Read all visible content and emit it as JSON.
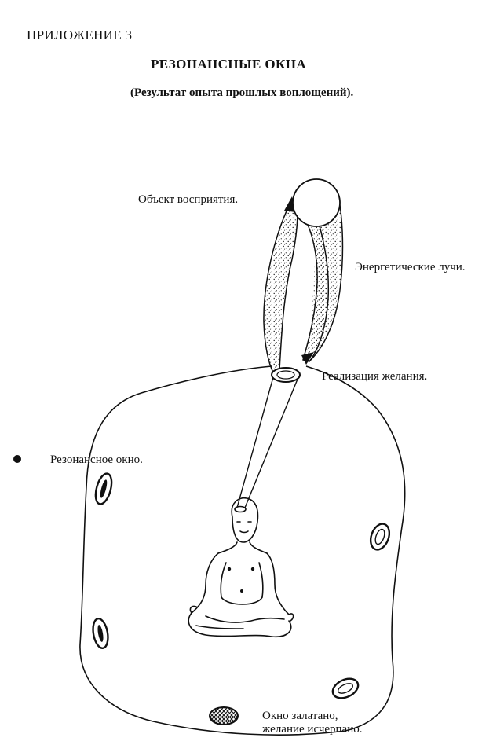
{
  "header": {
    "appendix": "ПРИЛОЖЕНИЕ 3",
    "title": "РЕЗОНАНСНЫЕ ОКНА",
    "subtitle": "(Результат опыта прошлых воплощений)."
  },
  "labels": {
    "object": "Объект восприятия.",
    "rays": "Энергетические лучи.",
    "realization": "Реализация желания.",
    "resonant_window": "Резонансное окно.",
    "patched_line1": "Окно залатано,",
    "patched_line2": "желание исчерпано."
  },
  "colors": {
    "ink": "#111111",
    "background": "#ffffff"
  }
}
